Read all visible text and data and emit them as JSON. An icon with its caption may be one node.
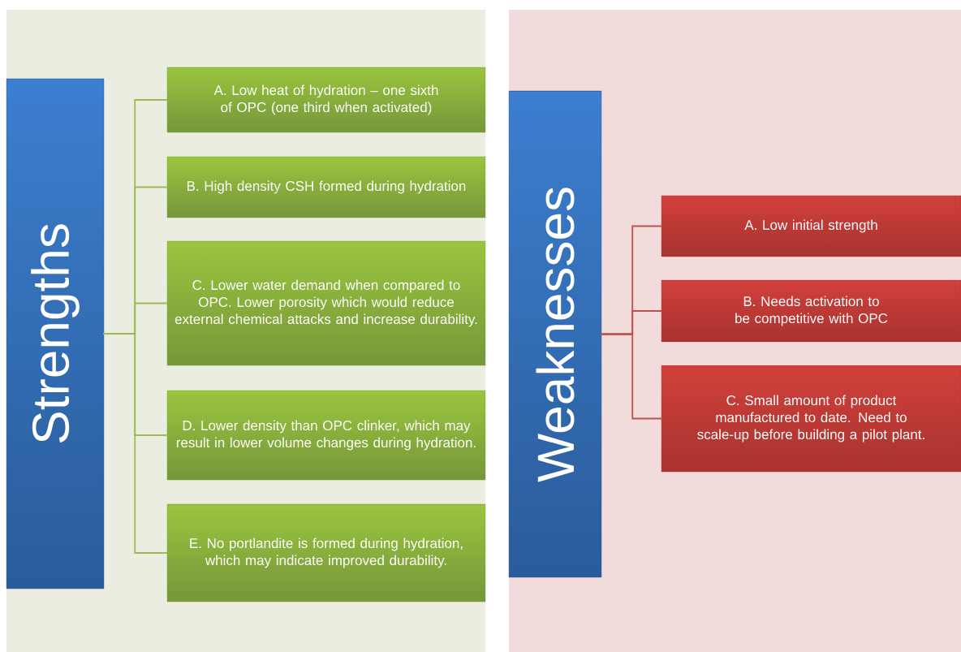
{
  "diagram": {
    "nodes": [
      {
        "text": [
          "Strengths"
        ]
      },
      {
        "text": [
          "A. Low heat of hydration – one sixth of OPC (one third when activated)"
        ]
      },
      {
        "text": [
          "B. High density CSH formed during hydration"
        ]
      },
      {
        "text": [
          "C. Lower water demand when compared to OPC. Lower porosity which would reduce external chemical attacks and increase durability."
        ]
      },
      {
        "text": [
          "D. Lower density than OPC clinker, which may result in lower volume changes during hydration."
        ]
      },
      {
        "text": [
          "E. No portlandite is formed during hydration, which may indicate improved durability."
        ]
      },
      {
        "text": [
          "Weaknesses"
        ]
      },
      {
        "text": [
          "A. Low initial strength"
        ]
      },
      {
        "text": [
          "B. Needs activation to be competitive with OPC"
        ]
      },
      {
        "text": [
          "C. Small amount of product manufactured to date. Need to scale-up before building a pilot plant."
        ]
      }
    ],
    "edges": [
      {
        "from": 0,
        "to": 1,
        "arrow": "none"
      },
      {
        "from": 0,
        "to": 2,
        "arrow": "none"
      },
      {
        "from": 0,
        "to": 3,
        "arrow": "none"
      },
      {
        "from": 0,
        "to": 4,
        "arrow": "none"
      },
      {
        "from": 0,
        "to": 5,
        "arrow": "none"
      },
      {
        "from": 6,
        "to": 7,
        "arrow": "none",
        "color": "#c0504d"
      },
      {
        "from": 6,
        "to": 8,
        "arrow": "none",
        "color": "#c0504d"
      },
      {
        "from": 6,
        "to": 9,
        "arrow": "none",
        "color": "#c0504d"
      }
    ]
  }
}
